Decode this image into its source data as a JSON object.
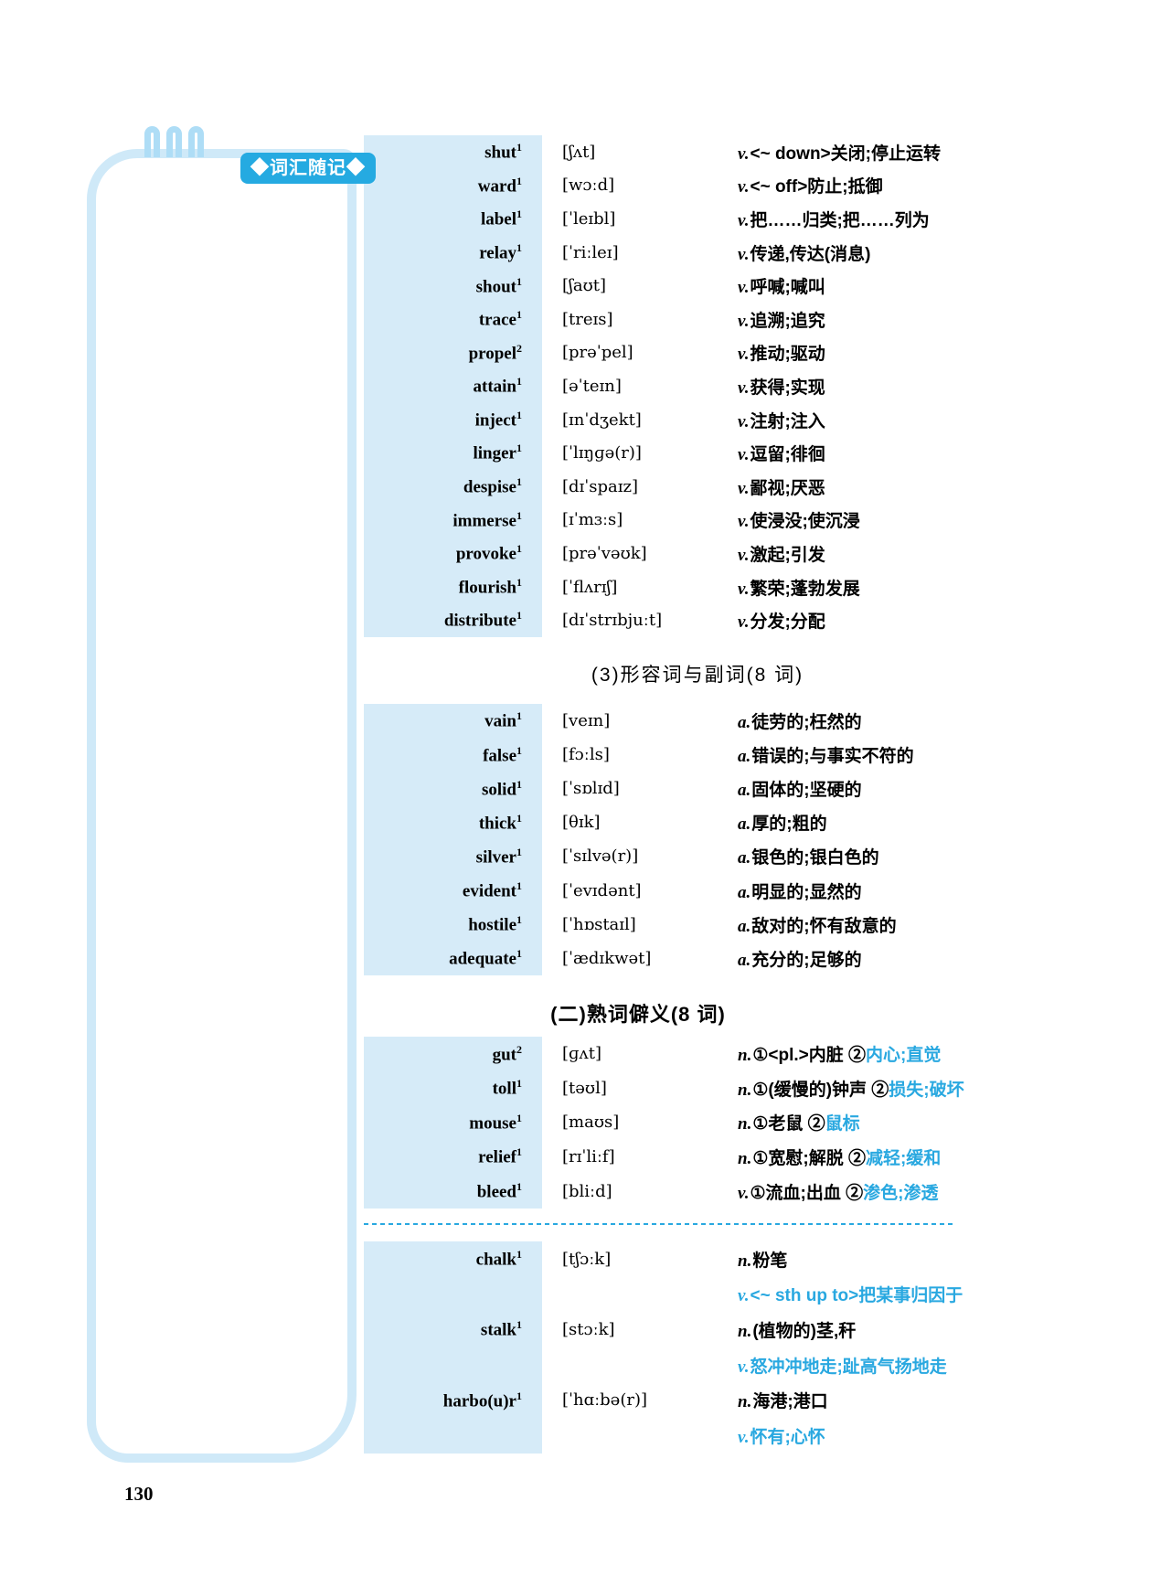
{
  "page": {
    "number": "130"
  },
  "sidebar": {
    "label": "◆词汇随记◆"
  },
  "colors": {
    "accent": "#29a8e0",
    "block_bg": "#d6ebf8",
    "frame": "#cfe9f8",
    "label_bg": "#25aae1"
  },
  "headers": {
    "adjectives": "(3)形容词与副词(8 词)",
    "polysemy": "(二)熟词僻义(8 词)"
  },
  "blocks": {
    "verbs": {
      "rows": [
        {
          "word": "shut",
          "sup": "1",
          "phonetic": "[ʃʌt]",
          "pos": "v.",
          "black": "<~ down>关闭;停止运转",
          "cyan": ""
        },
        {
          "word": "ward",
          "sup": "1",
          "phonetic": "[wɔːd]",
          "pos": "v.",
          "black": "<~ off>防止;抵御",
          "cyan": ""
        },
        {
          "word": "label",
          "sup": "1",
          "phonetic": "[ˈleɪbl]",
          "pos": "v.",
          "black": "把……归类;把……列为",
          "cyan": ""
        },
        {
          "word": "relay",
          "sup": "1",
          "phonetic": "[ˈriːleɪ]",
          "pos": "v.",
          "black": "传递,传达(消息)",
          "cyan": ""
        },
        {
          "word": "shout",
          "sup": "1",
          "phonetic": "[ʃaʊt]",
          "pos": "v.",
          "black": "呼喊;喊叫",
          "cyan": ""
        },
        {
          "word": "trace",
          "sup": "1",
          "phonetic": "[treɪs]",
          "pos": "v.",
          "black": "追溯;追究",
          "cyan": ""
        },
        {
          "word": "propel",
          "sup": "2",
          "phonetic": "[prəˈpel]",
          "pos": "v.",
          "black": "推动;驱动",
          "cyan": ""
        },
        {
          "word": "attain",
          "sup": "1",
          "phonetic": "[əˈteɪn]",
          "pos": "v.",
          "black": "获得;实现",
          "cyan": ""
        },
        {
          "word": "inject",
          "sup": "1",
          "phonetic": "[ɪnˈdʒekt]",
          "pos": "v.",
          "black": "注射;注入",
          "cyan": ""
        },
        {
          "word": "linger",
          "sup": "1",
          "phonetic": "[ˈlɪŋɡə(r)]",
          "pos": "v.",
          "black": "逗留;徘徊",
          "cyan": ""
        },
        {
          "word": "despise",
          "sup": "1",
          "phonetic": "[dɪˈspaɪz]",
          "pos": "v.",
          "black": "鄙视;厌恶",
          "cyan": ""
        },
        {
          "word": "immerse",
          "sup": "1",
          "phonetic": "[ɪˈmɜːs]",
          "pos": "v.",
          "black": "使浸没;使沉浸",
          "cyan": ""
        },
        {
          "word": "provoke",
          "sup": "1",
          "phonetic": "[prəˈvəʊk]",
          "pos": "v.",
          "black": "激起;引发",
          "cyan": ""
        },
        {
          "word": "flourish",
          "sup": "1",
          "phonetic": "[ˈflʌrɪʃ]",
          "pos": "v.",
          "black": "繁荣;蓬勃发展",
          "cyan": ""
        },
        {
          "word": "distribute",
          "sup": "1",
          "phonetic": "[dɪˈstrɪbjuːt]",
          "pos": "v.",
          "black": "分发;分配",
          "cyan": ""
        }
      ]
    },
    "adjectives": {
      "rows": [
        {
          "word": "vain",
          "sup": "1",
          "phonetic": "[veɪn]",
          "pos": "a.",
          "black": "徒劳的;枉然的",
          "cyan": ""
        },
        {
          "word": "false",
          "sup": "1",
          "phonetic": "[fɔːls]",
          "pos": "a.",
          "black": "错误的;与事实不符的",
          "cyan": ""
        },
        {
          "word": "solid",
          "sup": "1",
          "phonetic": "[ˈsɒlɪd]",
          "pos": "a.",
          "black": "固体的;坚硬的",
          "cyan": ""
        },
        {
          "word": "thick",
          "sup": "1",
          "phonetic": "[θɪk]",
          "pos": "a.",
          "black": "厚的;粗的",
          "cyan": ""
        },
        {
          "word": "silver",
          "sup": "1",
          "phonetic": "[ˈsɪlvə(r)]",
          "pos": "a.",
          "black": "银色的;银白色的",
          "cyan": ""
        },
        {
          "word": "evident",
          "sup": "1",
          "phonetic": "[ˈevɪdənt]",
          "pos": "a.",
          "black": "明显的;显然的",
          "cyan": ""
        },
        {
          "word": "hostile",
          "sup": "1",
          "phonetic": "[ˈhɒstaɪl]",
          "pos": "a.",
          "black": "敌对的;怀有敌意的",
          "cyan": ""
        },
        {
          "word": "adequate",
          "sup": "1",
          "phonetic": "[ˈædɪkwət]",
          "pos": "a.",
          "black": "充分的;足够的",
          "cyan": ""
        }
      ]
    },
    "polysemy1": {
      "rows": [
        {
          "word": "gut",
          "sup": "2",
          "phonetic": "[ɡʌt]",
          "pos": "n.",
          "black": "①<pl.>内脏 ②",
          "cyan": "内心;直觉"
        },
        {
          "word": "toll",
          "sup": "1",
          "phonetic": "[təʊl]",
          "pos": "n.",
          "black": "①(缓慢的)钟声 ②",
          "cyan": "损失;破坏"
        },
        {
          "word": "mouse",
          "sup": "1",
          "phonetic": "[maʊs]",
          "pos": "n.",
          "black": "①老鼠 ②",
          "cyan": "鼠标"
        },
        {
          "word": "relief",
          "sup": "1",
          "phonetic": "[rɪˈliːf]",
          "pos": "n.",
          "black": "①宽慰;解脱 ②",
          "cyan": "减轻;缓和"
        },
        {
          "word": "bleed",
          "sup": "1",
          "phonetic": "[bliːd]",
          "pos": "v.",
          "black": "①流血;出血 ②",
          "cyan": "渗色;渗透"
        }
      ]
    },
    "polysemy2": {
      "rows": [
        {
          "word": "chalk",
          "sup": "1",
          "phonetic": "[tʃɔːk]",
          "pos": "n.",
          "black": "粉笔",
          "cyan": ""
        },
        {
          "word": "",
          "sup": "",
          "phonetic": "",
          "pos": "v.",
          "pos_cyan": true,
          "black": "",
          "cyan": "<~ sth up to>把某事归因于"
        },
        {
          "word": "stalk",
          "sup": "1",
          "phonetic": "[stɔːk]",
          "pos": "n.",
          "black": "(植物的)茎,秆",
          "cyan": ""
        },
        {
          "word": "",
          "sup": "",
          "phonetic": "",
          "pos": "v.",
          "pos_cyan": true,
          "black": "",
          "cyan": "怒冲冲地走;趾高气扬地走"
        },
        {
          "word": "harbo(u)r",
          "sup": "1",
          "phonetic": "[ˈhɑːbə(r)]",
          "pos": "n.",
          "black": "海港;港口",
          "cyan": ""
        },
        {
          "word": "",
          "sup": "",
          "phonetic": "",
          "pos": "v.",
          "pos_cyan": true,
          "black": "",
          "cyan": "怀有;心怀"
        }
      ]
    }
  }
}
